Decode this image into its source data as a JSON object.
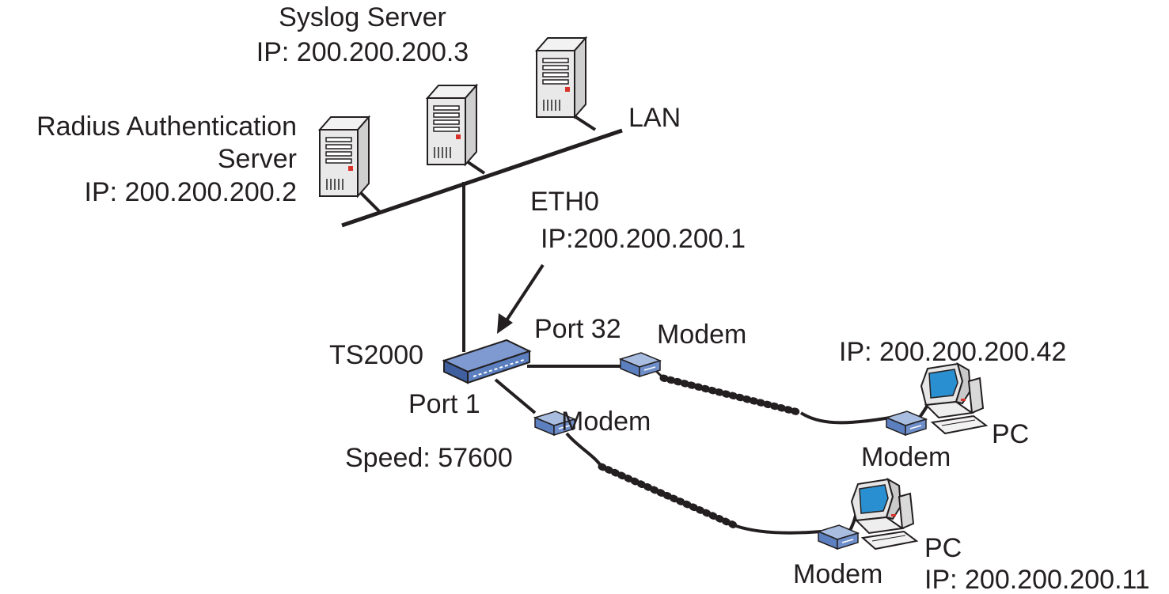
{
  "labels": {
    "syslog_title": "Syslog Server",
    "syslog_ip": "IP: 200.200.200.3",
    "radius_line1": "Radius Authentication",
    "radius_line2": "Server",
    "radius_ip": "IP: 200.200.200.2",
    "lan": "LAN",
    "eth0": "ETH0",
    "eth0_ip": "IP:200.200.200.1",
    "ts2000": "TS2000",
    "port32": "Port 32",
    "port1": "Port 1",
    "speed": "Speed: 57600",
    "modem_upper": "Modem",
    "modem_lower": "Modem",
    "modem_pc1": "Modem",
    "modem_pc2": "Modem",
    "pc1_ip": "IP: 200.200.200.42",
    "pc1": "PC",
    "pc2": "PC",
    "pc2_ip": "IP: 200.200.200.11"
  },
  "icons": {
    "server": "server-tower-icon",
    "terminal_server": "terminal-server-icon",
    "modem": "modem-icon",
    "pc": "desktop-pc-icon"
  },
  "colors": {
    "line": "#231f20",
    "device_blue": "#5b7fbf",
    "device_blue_dark": "#2f4f8f",
    "server_gray": "#e6e6e6",
    "screen_blue": "#2a8fd0"
  }
}
